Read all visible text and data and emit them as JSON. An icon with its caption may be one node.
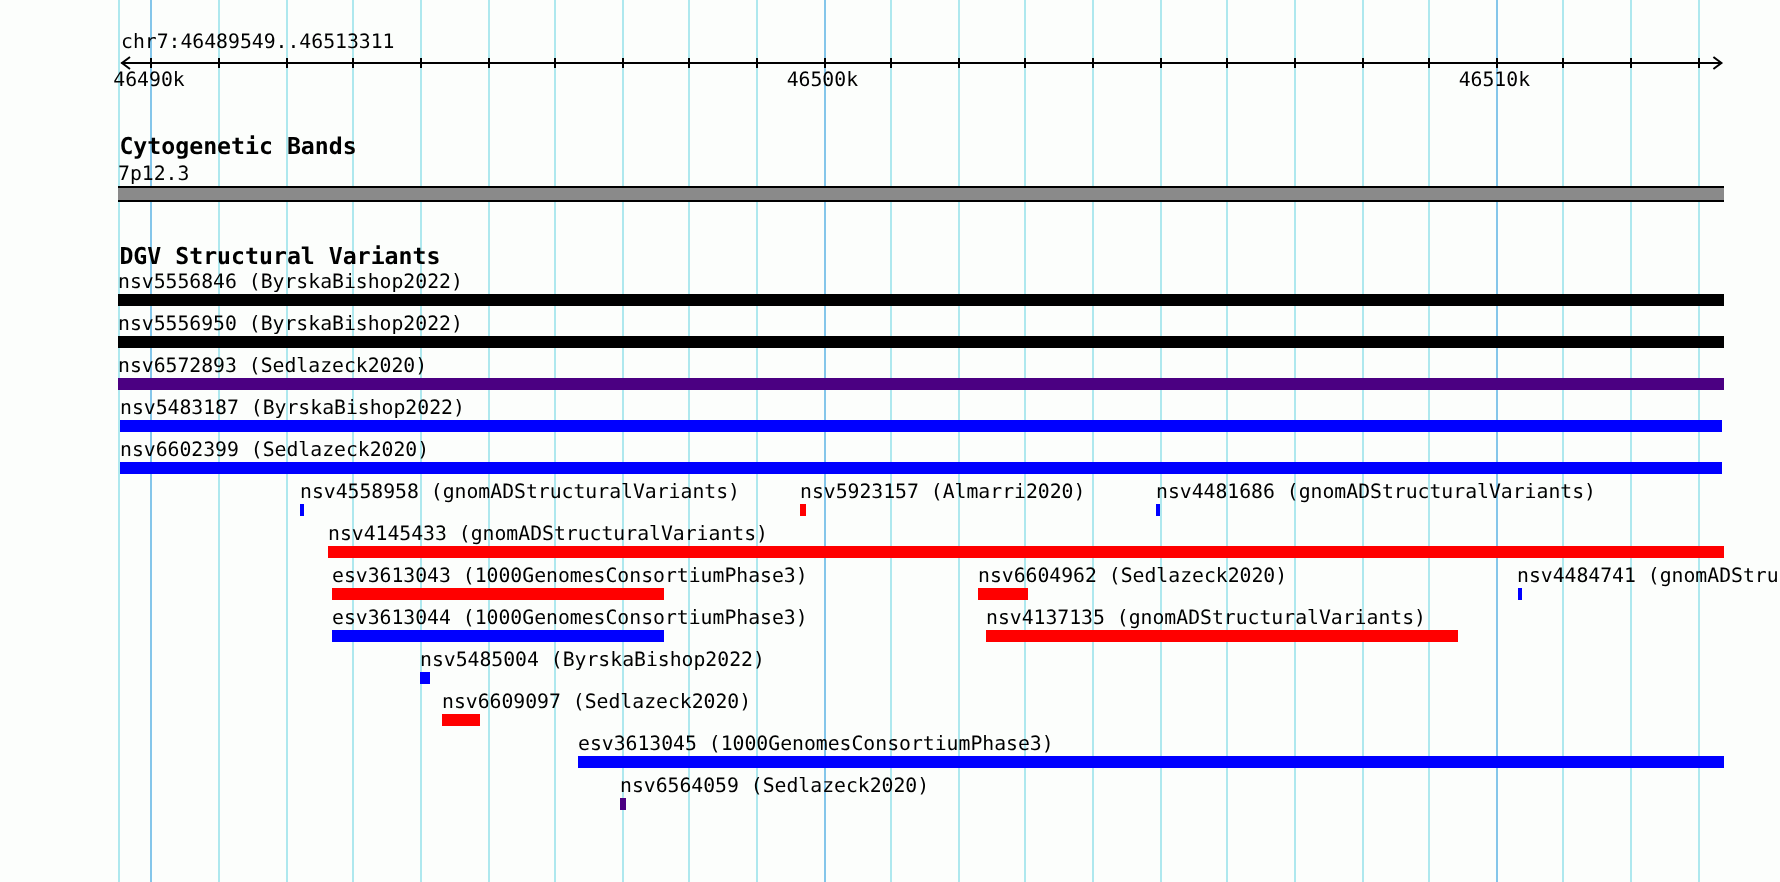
{
  "diagram": {
    "nodes": [
      {
        "text": [
          "7p12.3"
        ]
      },
      {
        "text": [
          "nsv5556846 (ByrskaBishop2022)"
        ]
      },
      {
        "text": [
          "nsv5556950 (ByrskaBishop2022)"
        ]
      },
      {
        "text": [
          "nsv6572893 (Sedlazeck2020)"
        ]
      },
      {
        "text": [
          "nsv5483187 (ByrskaBishop2022)"
        ]
      },
      {
        "text": [
          "nsv6602399 (Sedlazeck2020)"
        ]
      },
      {
        "text": [
          "nsv4558958 (gnomADStructuralVariants)"
        ]
      },
      {
        "text": [
          "nsv5923157 (Almarri2020)"
        ]
      },
      {
        "text": [
          "nsv4481686 (gnomADStructuralVariants)"
        ]
      },
      {
        "text": [
          "nsv4145433 (gnomADStructuralVariants)"
        ]
      },
      {
        "text": [
          "esv3613043 (1000GenomesConsortiumPhase3)"
        ]
      },
      {
        "text": [
          "nsv6604962 (Sedlazeck2020)"
        ]
      },
      {
        "text": [
          "nsv4484741 (gnomADStru"
        ]
      },
      {
        "text": [
          "esv3613044 (1000GenomesConsortiumPhase3)"
        ]
      },
      {
        "text": [
          "nsv4137135 (gnomADStructuralVariants)"
        ]
      },
      {
        "text": [
          "nsv5485004 (ByrskaBishop2022)"
        ]
      },
      {
        "text": [
          "nsv6609097 (Sedlazeck2020)"
        ]
      },
      {
        "text": [
          "esv3613045 (1000GenomesConsortiumPhase3)"
        ]
      },
      {
        "text": [
          "nsv6564059 (Sedlazeck2020)"
        ]
      }
    ],
    "labels": [
      "chr7:46489549..46513311",
      "46490k",
      "46500k",
      "46510k",
      "Cytogenetic Bands",
      "DGV Structural Variants"
    ]
  }
}
